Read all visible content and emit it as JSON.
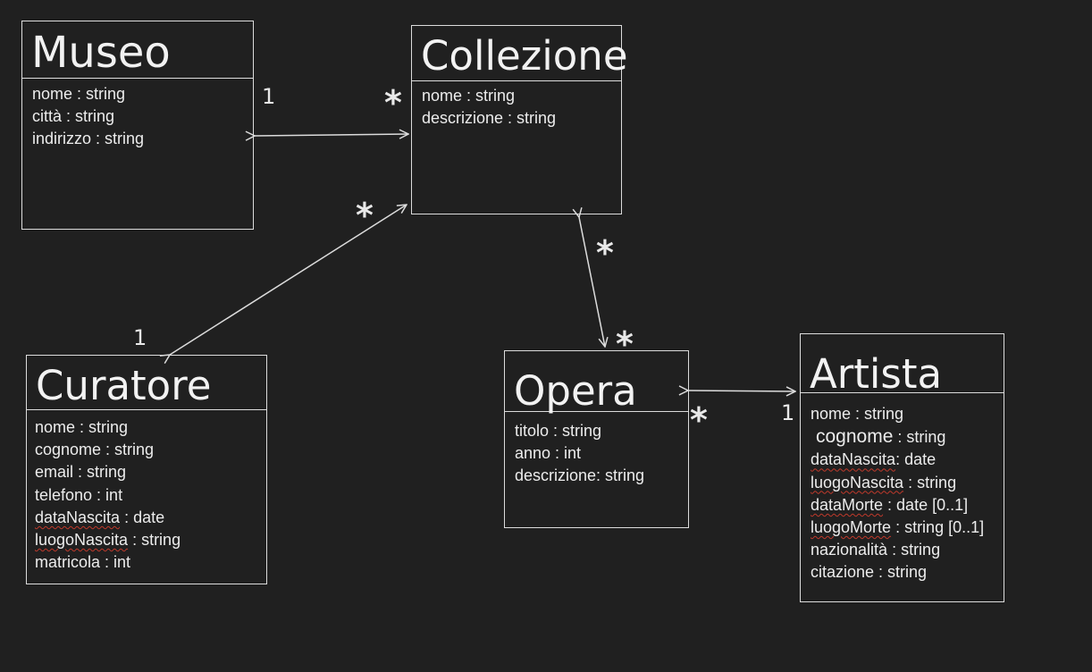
{
  "classes": {
    "museo": {
      "name": "Museo",
      "attributes": [
        "nome : string",
        "città : string",
        "indirizzo : string"
      ]
    },
    "collezione": {
      "name": "Collezione",
      "attributes": [
        "nome : string",
        "descrizione : string"
      ]
    },
    "curatore": {
      "name": "Curatore",
      "attributes": [
        "nome : string",
        "cognome : string",
        "email : string",
        "telefono : int",
        {
          "name": "dataNascita",
          "type": " : date"
        },
        {
          "name": "luogoNascita",
          "type": " : string"
        },
        "matricola : int"
      ]
    },
    "opera": {
      "name": "Opera",
      "attributes": [
        "titolo : string",
        "anno : int",
        "descrizione: string"
      ]
    },
    "artista": {
      "name": "Artista",
      "attributes": [
        "nome : string",
        {
          "name": "cognome",
          "type": " : string"
        },
        {
          "name": "dataNascita",
          "type": ": date"
        },
        {
          "name": "luogoNascita",
          "type": " : string"
        },
        {
          "name": "dataMorte",
          "type": " : date [0..1]"
        },
        {
          "name": "luogoMorte",
          "type": " : string [0..1]"
        },
        "nazionalità : string",
        "citazione : string"
      ]
    }
  },
  "multiplicities": {
    "museo_collezione_museo_end": "1",
    "museo_collezione_collezione_end": "*",
    "curatore_collezione_collezione_end": "*",
    "curatore_collezione_curatore_end": "1",
    "collezione_opera_collezione_end": "*",
    "collezione_opera_opera_end": "*",
    "opera_artista_opera_end": "*",
    "opera_artista_artista_end": "1"
  },
  "colors": {
    "background": "#202020",
    "stroke": "#dcdcdc",
    "text": "#ececec",
    "squiggle": "#c0392b"
  }
}
